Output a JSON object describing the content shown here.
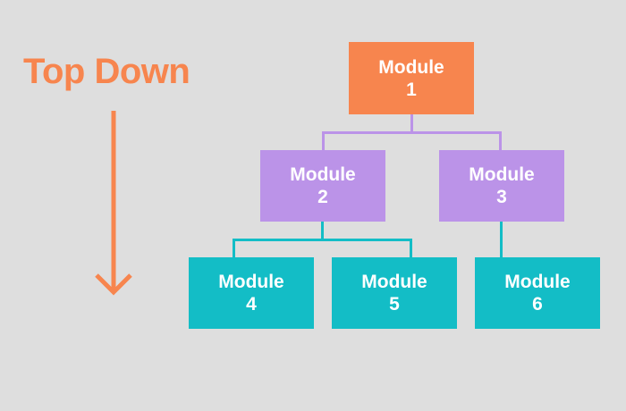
{
  "diagram": {
    "title": "Top Down",
    "title_color": "#f7854e",
    "background_color": "#dedede",
    "arrow": {
      "name": "downward-arrow",
      "color": "#f7854e",
      "direction": "down"
    },
    "levels": [
      {
        "level": 1,
        "color": "#f7854e",
        "nodes": [
          {
            "id": "m1",
            "word": "Module",
            "number": "1",
            "label": "Module 1"
          }
        ]
      },
      {
        "level": 2,
        "color": "#bb93e8",
        "nodes": [
          {
            "id": "m2",
            "word": "Module",
            "number": "2",
            "label": "Module 2"
          },
          {
            "id": "m3",
            "word": "Module",
            "number": "3",
            "label": "Module 3"
          }
        ]
      },
      {
        "level": 3,
        "color": "#13bdc6",
        "nodes": [
          {
            "id": "m4",
            "word": "Module",
            "number": "4",
            "label": "Module 4"
          },
          {
            "id": "m5",
            "word": "Module",
            "number": "5",
            "label": "Module 5"
          },
          {
            "id": "m6",
            "word": "Module",
            "number": "6",
            "label": "Module 6"
          }
        ]
      }
    ],
    "edges": [
      {
        "from": "m1",
        "to": "m2",
        "color": "#bb93e8"
      },
      {
        "from": "m1",
        "to": "m3",
        "color": "#bb93e8"
      },
      {
        "from": "m2",
        "to": "m4",
        "color": "#13bdc6"
      },
      {
        "from": "m2",
        "to": "m5",
        "color": "#13bdc6"
      },
      {
        "from": "m3",
        "to": "m6",
        "color": "#13bdc6"
      }
    ]
  }
}
